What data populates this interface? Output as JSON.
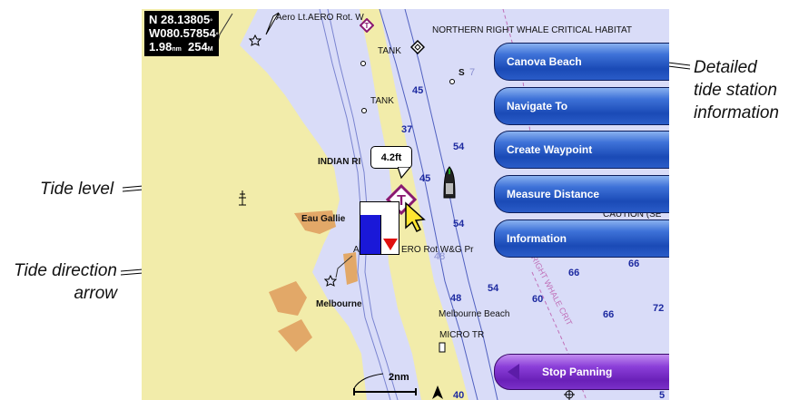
{
  "callouts": {
    "tide_level": "Tide level",
    "tide_direction_line1": "Tide direction",
    "tide_direction_line2": "arrow",
    "detail_line1": "Detailed",
    "detail_line2": "tide station",
    "detail_line3": "information"
  },
  "coords": {
    "lat_dir": "N",
    "lat": "28.13805",
    "lon_dir": "W",
    "lon": "080.57854",
    "dist": "1.98",
    "dist_unit": "nm",
    "bearing": "254",
    "bearing_unit": "M"
  },
  "map_labels": {
    "aero_top": "Aero Lt.AERO Rot.  W",
    "habitat": "NORTHERN RIGHT WHALE CRITICAL HABITAT",
    "tank1": "TANK",
    "tank2": "TANK",
    "s_label": "S",
    "indian_river": "INDIAN RI",
    "eau_gallie": "Eau Gallie",
    "aero_mid_a": "A",
    "aero_mid": "ERO Rot W&G Pr",
    "caution": "CAUTION (SE",
    "melbourne": "Melbourne",
    "melbourne_beach": "Melbourne Beach",
    "micro_tr": "MICRO TR",
    "right_whale_diag": "RIGHT WHALE CRIT"
  },
  "depths": [
    "45",
    "37",
    "54",
    "45",
    "54",
    "48",
    "66",
    "66",
    "54",
    "48",
    "60",
    "66",
    "72",
    "40",
    "5",
    "7"
  ],
  "tide": {
    "value": "4.2ft",
    "level_fraction": 0.75,
    "direction": "falling"
  },
  "menu": {
    "items": [
      "Canova Beach",
      "Navigate To",
      "Create Waypoint",
      "Measure Distance",
      "Information"
    ],
    "stop_panning": "Stop Panning"
  },
  "scale": {
    "label": "2nm"
  },
  "colors": {
    "land": "#f2ecaa",
    "water": "#d9dcf8",
    "deep_water": "#c3c8f0",
    "depth_text": "#1d2aa0",
    "tide_fill": "#1a18d8",
    "tide_arrow": "#e01010",
    "menu_blue": "#1a4ab6",
    "stop_purple": "#8a3ed8",
    "waypoint_purple": "#8a1870"
  },
  "icons": [
    "airport-icon",
    "tank-icon",
    "navaid-diamond-icon",
    "boat-icon",
    "tide-station-icon",
    "cursor-arrow-icon",
    "lighthouse-icon",
    "north-arrow-icon"
  ]
}
